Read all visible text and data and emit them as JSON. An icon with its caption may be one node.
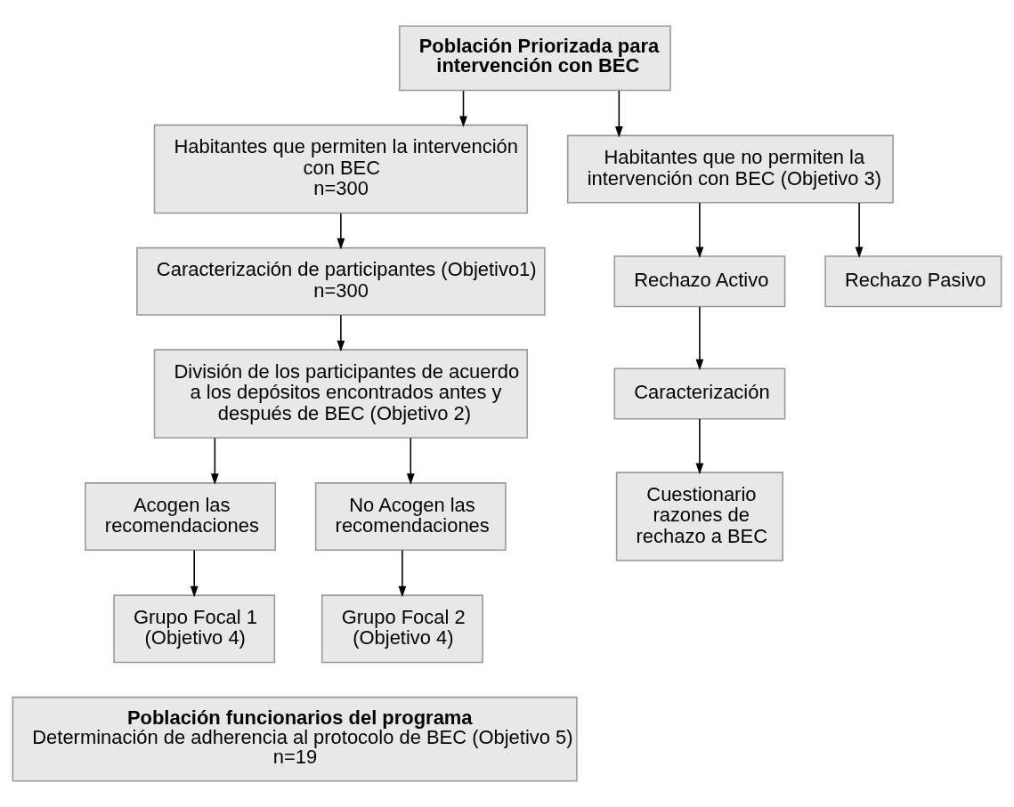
{
  "diagram": {
    "nodes": [
      {
        "text": [
          "Población Priorizada para intervención con BEC"
        ]
      },
      {
        "text": [
          "Habitantes que permiten la intervención con BEC",
          "n=300"
        ]
      },
      {
        "text": [
          "Habitantes que no permiten la intervención con BEC (Objetivo 3)"
        ]
      },
      {
        "text": [
          "Caracterización de participantes (Objetivo1)",
          "n=300"
        ]
      },
      {
        "text": [
          "Rechazo Activo"
        ]
      },
      {
        "text": [
          "Rechazo Pasivo"
        ]
      },
      {
        "text": [
          "División de los participantes de acuerdo a los depósitos encontrados antes y después de BEC (Objetivo 2)"
        ]
      },
      {
        "text": [
          "Caracterización"
        ]
      },
      {
        "text": [
          "Acogen las recomendaciones"
        ]
      },
      {
        "text": [
          "No Acogen las recomendaciones"
        ]
      },
      {
        "text": [
          "Cuestionario razones de rechazo a BEC"
        ]
      },
      {
        "text": [
          "Grupo Focal 1 (Objetivo 4)"
        ]
      },
      {
        "text": [
          "Grupo Focal 2 (Objetivo 4)"
        ]
      },
      {
        "text": [
          "Población funcionarios del programa",
          "Determinación de adherencia al protocolo de BEC (Objetivo 5)",
          "n=19"
        ]
      }
    ],
    "edges": [
      {
        "from": 0,
        "to": 1,
        "arrow": "to"
      },
      {
        "from": 0,
        "to": 2,
        "arrow": "to"
      },
      {
        "from": 1,
        "to": 3,
        "arrow": "to"
      },
      {
        "from": 2,
        "to": 4,
        "arrow": "to"
      },
      {
        "from": 2,
        "to": 5,
        "arrow": "to"
      },
      {
        "from": 3,
        "to": 6,
        "arrow": "to"
      },
      {
        "from": 4,
        "to": 7,
        "arrow": "to"
      },
      {
        "from": 6,
        "to": 8,
        "arrow": "to"
      },
      {
        "from": 6,
        "to": 9,
        "arrow": "to"
      },
      {
        "from": 7,
        "to": 10,
        "arrow": "to"
      },
      {
        "from": 8,
        "to": 11,
        "arrow": "to"
      },
      {
        "from": 9,
        "to": 12,
        "arrow": "to"
      }
    ]
  }
}
